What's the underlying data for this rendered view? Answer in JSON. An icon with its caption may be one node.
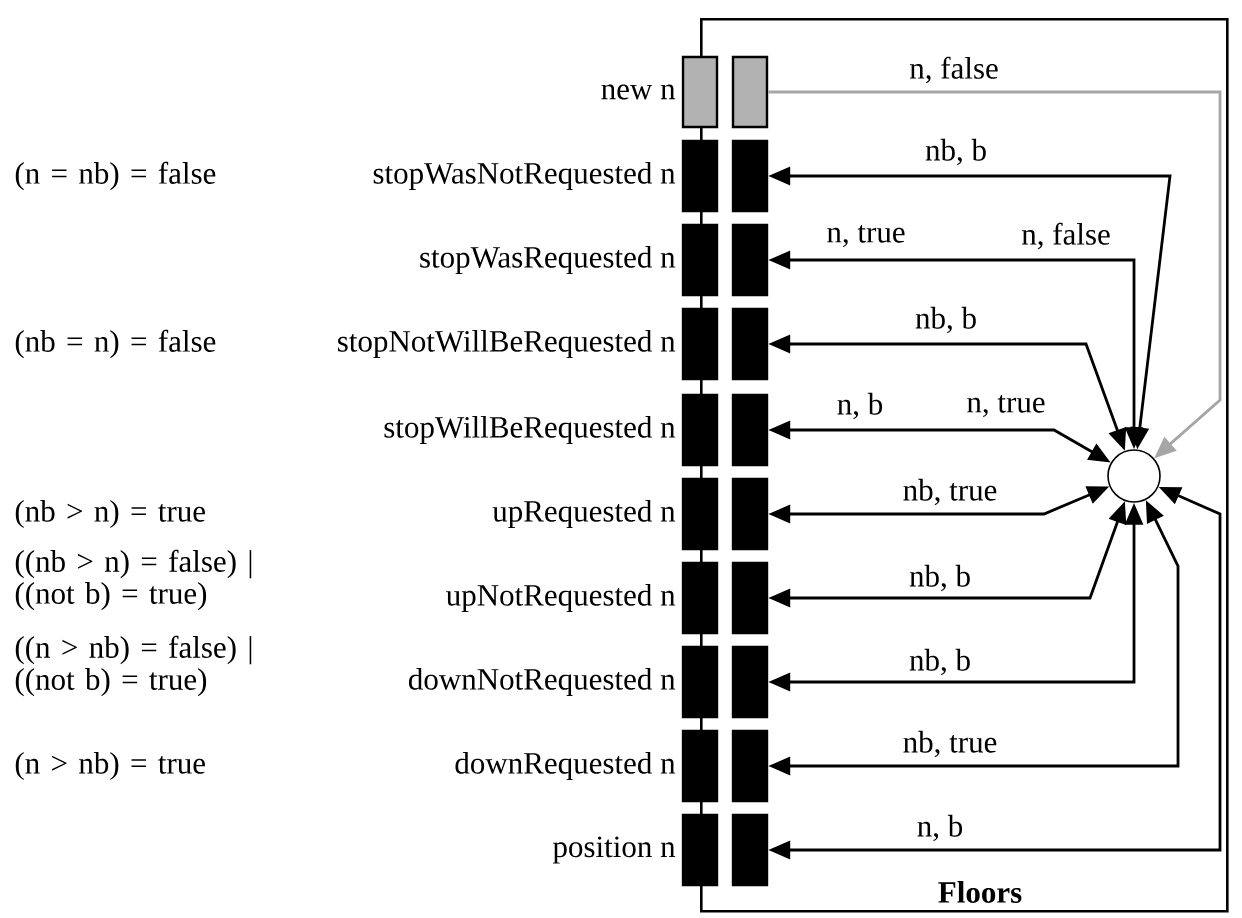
{
  "diagram": {
    "nodes": [
      {
        "text": [
          "Floors"
        ]
      },
      {
        "text": [],
        "shape": "box",
        "beside": [
          "new n"
        ]
      },
      {
        "text": [],
        "shape": "box",
        "in": 0
      },
      {
        "text": [],
        "shape": "box",
        "beside": [
          "stopWasNotRequested n"
        ]
      },
      {
        "text": [],
        "shape": "box",
        "in": 0
      },
      {
        "text": [],
        "shape": "box",
        "beside": [
          "stopWasRequested n"
        ]
      },
      {
        "text": [],
        "shape": "box",
        "in": 0
      },
      {
        "text": [],
        "shape": "box",
        "beside": [
          "stopNotWillBeRequested n"
        ]
      },
      {
        "text": [],
        "shape": "box",
        "in": 0
      },
      {
        "text": [],
        "shape": "box",
        "beside": [
          "stopWillBeRequested n"
        ]
      },
      {
        "text": [],
        "shape": "box",
        "in": 0
      },
      {
        "text": [],
        "shape": "box",
        "beside": [
          "upRequested n"
        ]
      },
      {
        "text": [],
        "shape": "box",
        "in": 0
      },
      {
        "text": [],
        "shape": "box",
        "beside": [
          "upNotRequested n"
        ]
      },
      {
        "text": [],
        "shape": "box",
        "in": 0
      },
      {
        "text": [],
        "shape": "box",
        "beside": [
          "downNotRequested n"
        ]
      },
      {
        "text": [],
        "shape": "box",
        "in": 0
      },
      {
        "text": [],
        "shape": "box",
        "beside": [
          "downRequested n"
        ]
      },
      {
        "text": [],
        "shape": "box",
        "in": 0
      },
      {
        "text": [],
        "shape": "box",
        "beside": [
          "position n"
        ]
      },
      {
        "text": [],
        "shape": "box",
        "in": 0
      },
      {
        "text": [],
        "shape": "circle",
        "in": 0
      }
    ],
    "edges": [
      {
        "from": 2,
        "to": 21,
        "arrow": "to",
        "label": "n, false",
        "color": "#a6a6a6"
      },
      {
        "from": 4,
        "to": 21,
        "arrow": "both",
        "label": "nb, b"
      },
      {
        "from": 6,
        "to": 21,
        "arrow": "both",
        "label": "n, true"
      },
      {
        "from": 8,
        "to": 21,
        "arrow": "both",
        "label": "nb, b"
      },
      {
        "from": 10,
        "to": 21,
        "arrow": "both",
        "label": "n, b"
      },
      {
        "from": 12,
        "to": 21,
        "arrow": "both",
        "label": "nb, true"
      },
      {
        "from": 14,
        "to": 21,
        "arrow": "both",
        "label": "nb, b"
      },
      {
        "from": 16,
        "to": 21,
        "arrow": "both",
        "label": "nb, b"
      },
      {
        "from": 18,
        "to": 21,
        "arrow": "both",
        "label": "nb, true"
      },
      {
        "from": 20,
        "to": 21,
        "arrow": "both",
        "label": "n, b"
      }
    ],
    "labels": [
      "n, false",
      "n, true",
      "(n = nb) = false",
      "(nb = n) = false",
      "(nb > n) = true",
      "((nb > n) = false) | ((not b) = true)",
      "((n > nb) = false) | ((not b) = true)",
      "(n > nb) = true"
    ]
  }
}
